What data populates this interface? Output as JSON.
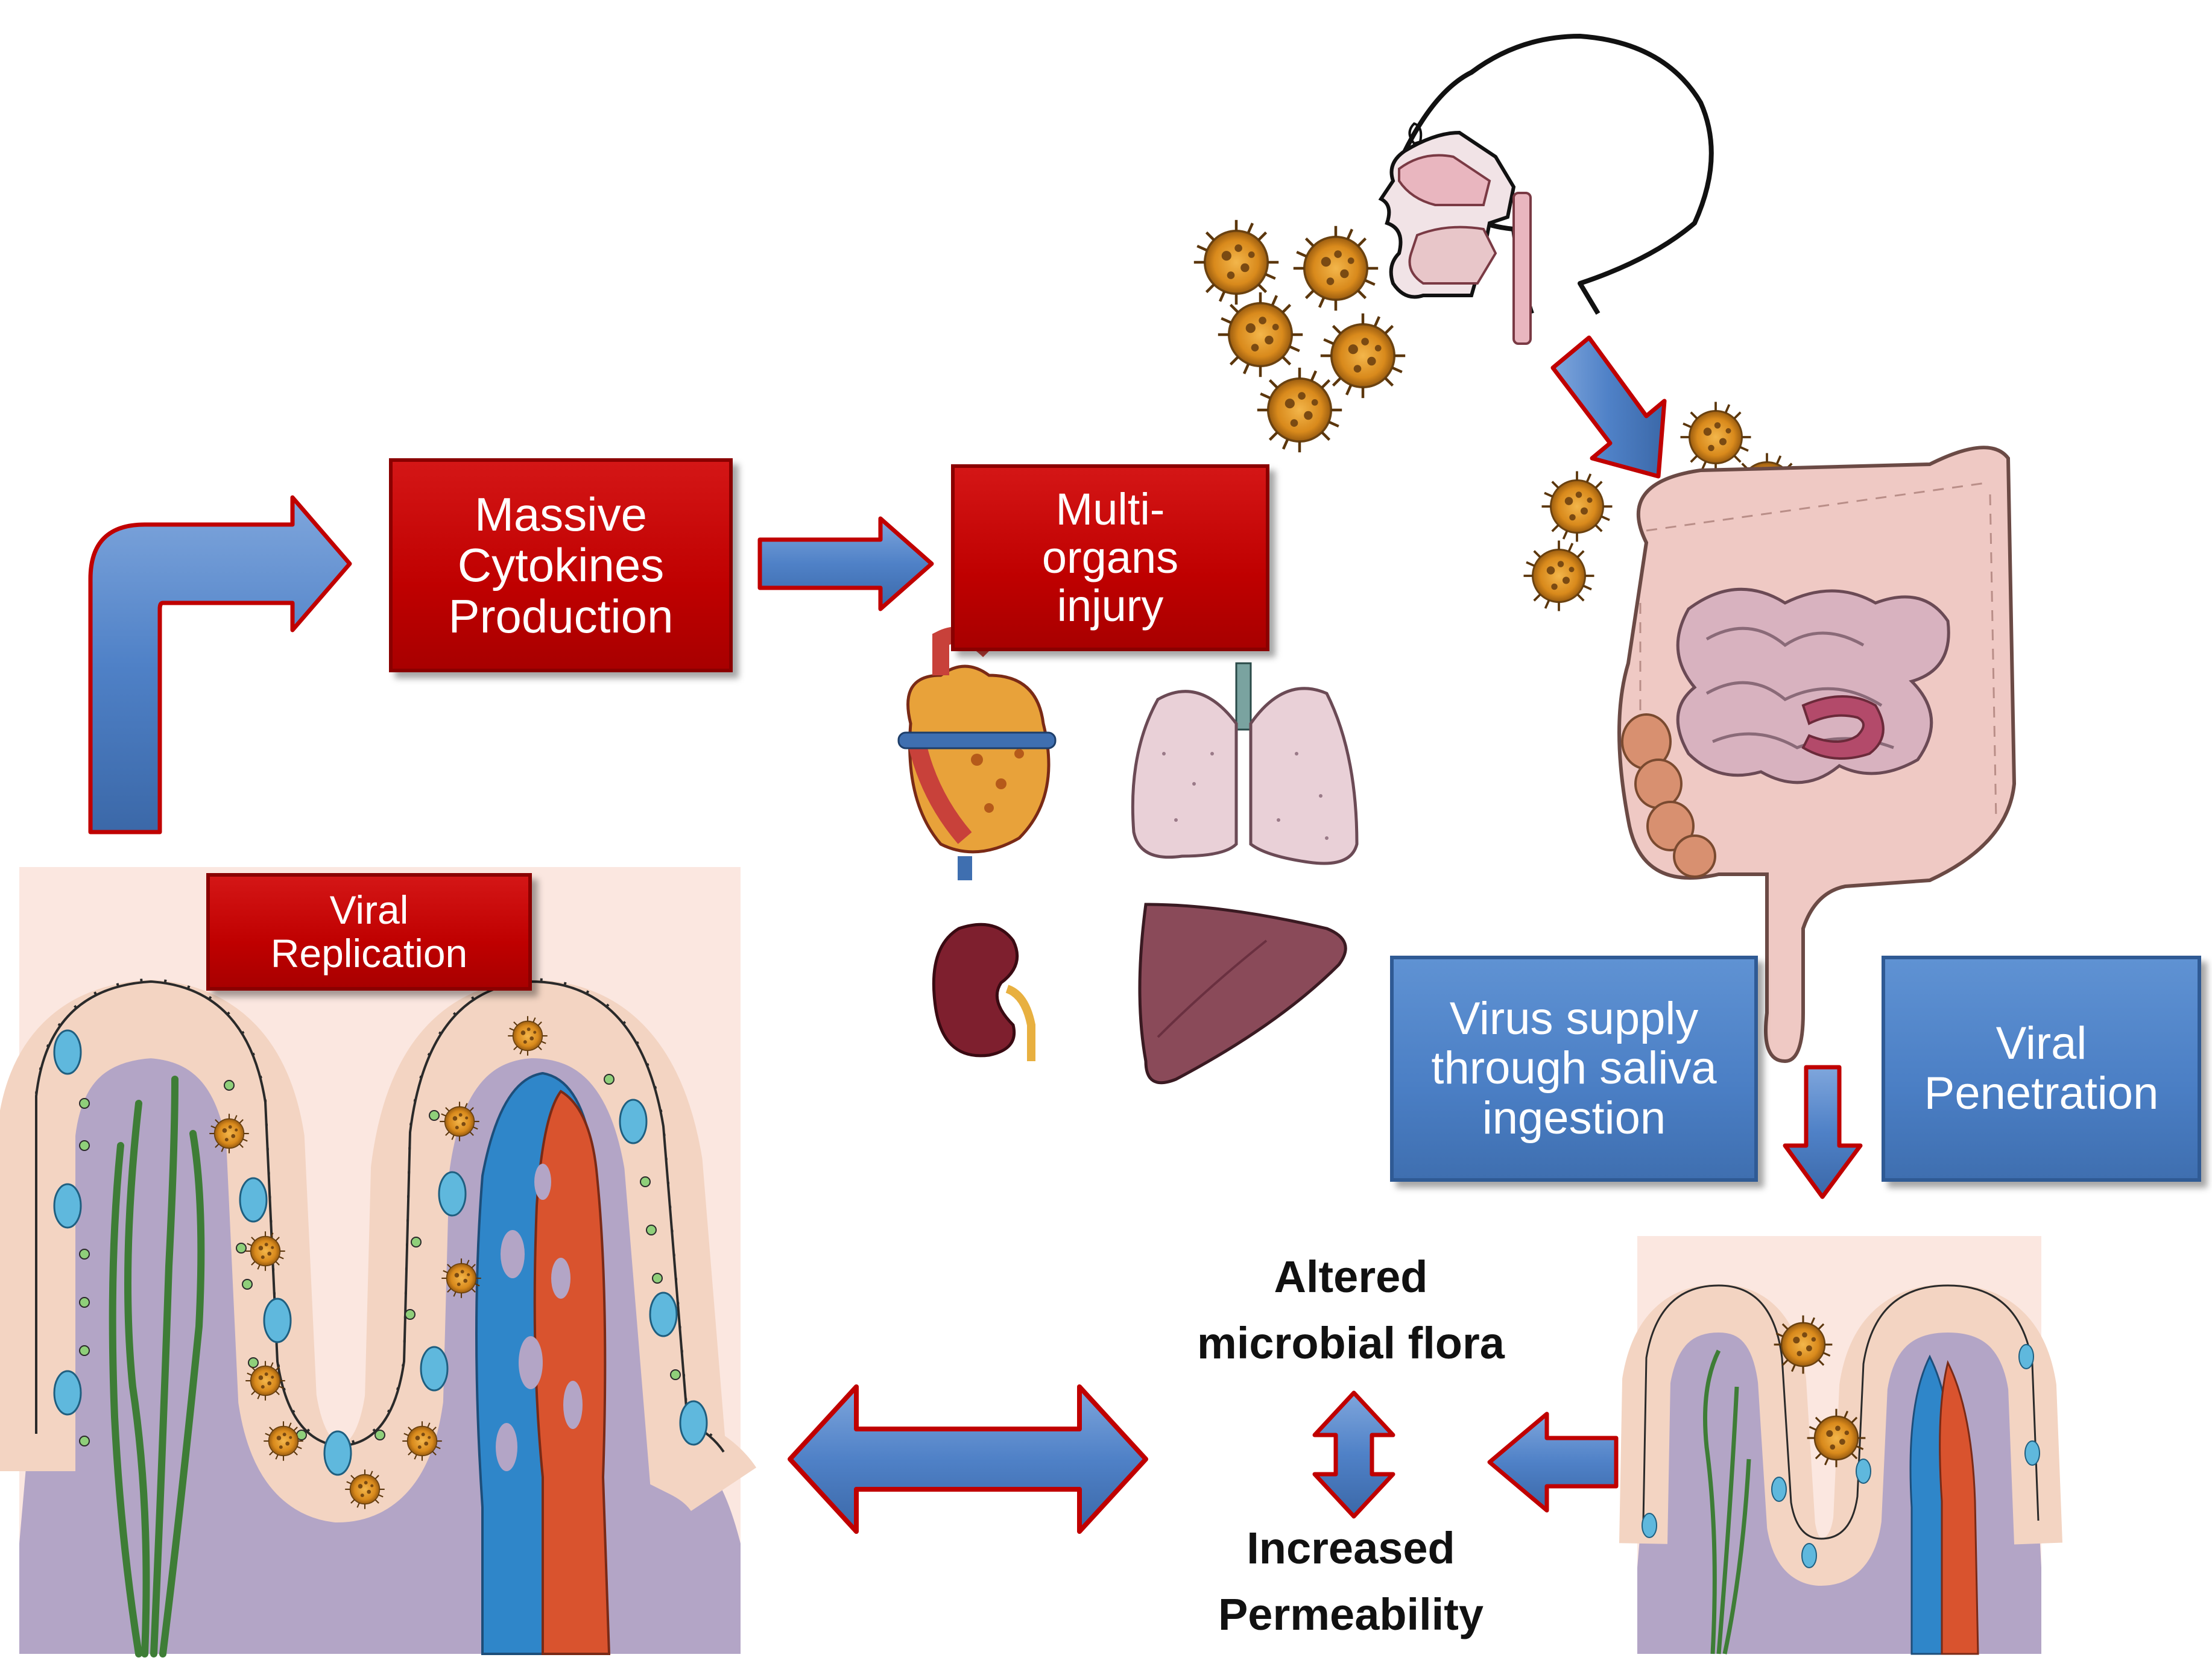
{
  "boxes": {
    "cytokines": [
      "Massive",
      "Cytokines",
      "Production"
    ],
    "multiorgan": [
      "Multi-",
      "organs",
      "injury"
    ],
    "viral_replication": [
      "Viral",
      "Replication"
    ],
    "virus_supply": [
      "Virus supply",
      "through saliva",
      "ingestion"
    ],
    "viral_penetration": [
      "Viral",
      "Penetration"
    ]
  },
  "labels": {
    "altered_line1": "Altered",
    "altered_line2": "microbial flora",
    "increased_line1": "Increased",
    "increased_line2": "Permeability"
  },
  "colors": {
    "red_box": "#c00000",
    "blue_box": "#4f81c7",
    "arrow_fill": "#4f81c7",
    "arrow_outline": "#c00000",
    "virus": "#e59a2a",
    "tissue_panel_bg": "#fbe7e0",
    "lamina_propria": "#b3a5c6",
    "epithelial_cell": "#f3d4c2",
    "goblet_cell": "#5fb8dd",
    "blood_vessel_red": "#d9532e",
    "blood_vessel_blue": "#2f86c9",
    "lacteal_green": "#4a8a3a",
    "intestine": "#efc9c4",
    "heart": "#c8413a",
    "lung": "#e9d0d7",
    "kidney": "#7e1f2e",
    "liver": "#8a4a59"
  },
  "icons": [
    "head-profile-icon",
    "virus-icon",
    "intestine-icon",
    "heart-icon",
    "lungs-icon",
    "kidney-icon",
    "liver-icon",
    "intestinal-villi-icon"
  ]
}
